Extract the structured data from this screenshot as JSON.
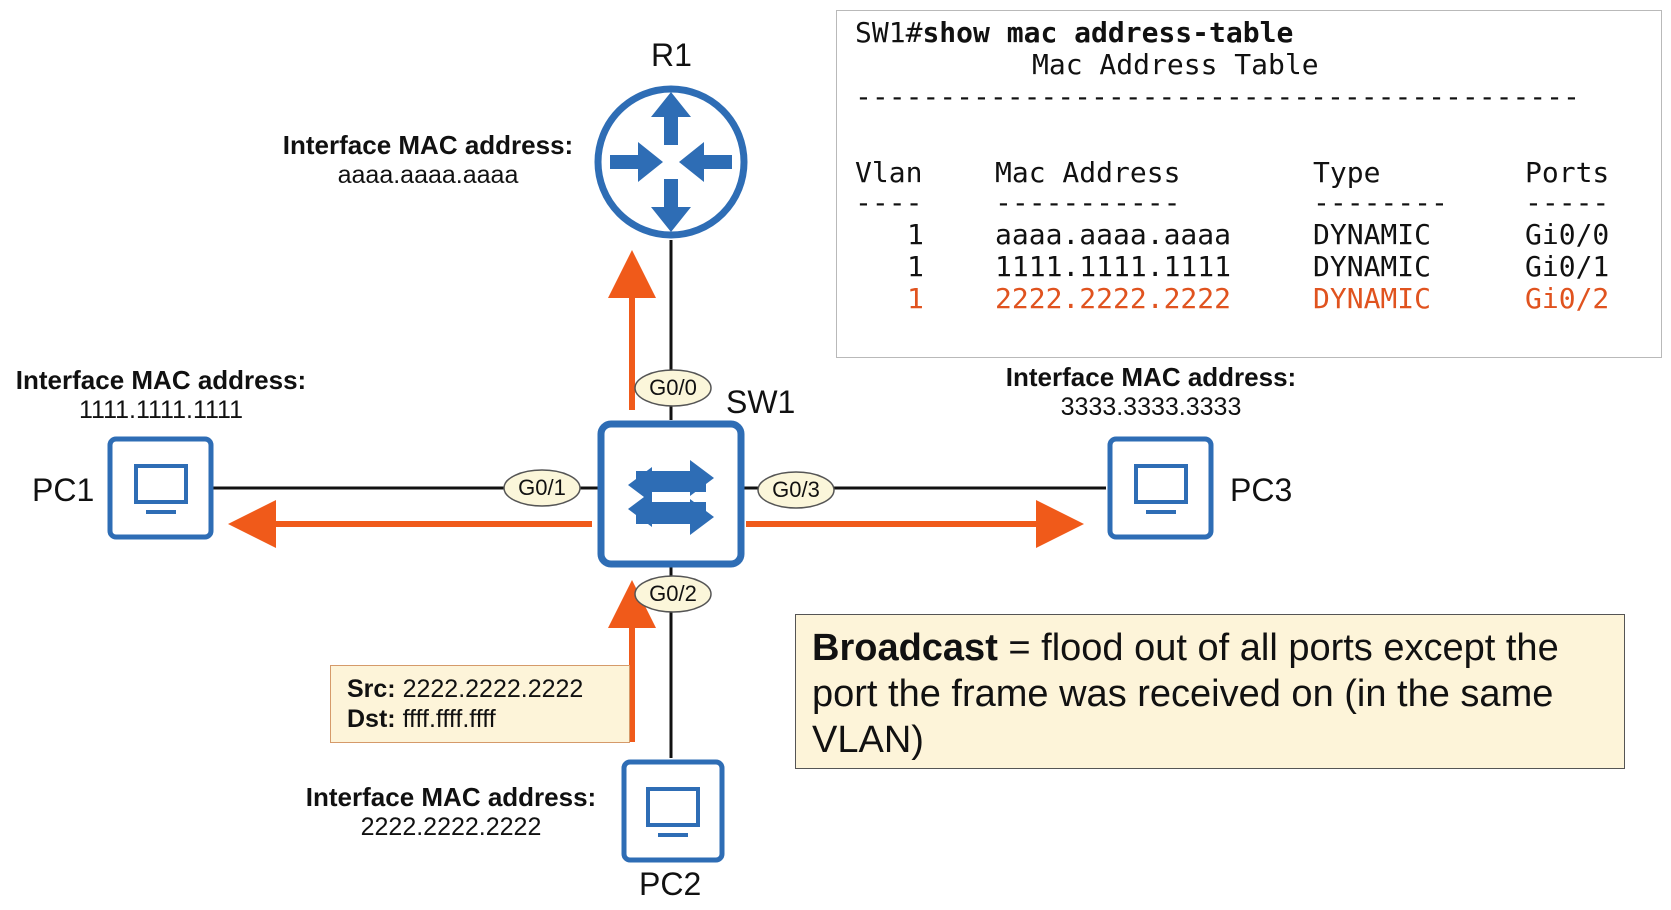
{
  "devices": {
    "r1": {
      "name": "R1",
      "mac_title": "Interface MAC address:",
      "mac": "aaaa.aaaa.aaaa"
    },
    "sw1": {
      "name": "SW1"
    },
    "pc1": {
      "name": "PC1",
      "mac_title": "Interface MAC address:",
      "mac": "1111.1111.1111"
    },
    "pc2": {
      "name": "PC2",
      "mac_title": "Interface MAC address:",
      "mac": "2222.2222.2222"
    },
    "pc3": {
      "name": "PC3",
      "mac_title": "Interface MAC address:",
      "mac": "3333.3333.3333"
    }
  },
  "ports": {
    "g00": "G0/0",
    "g01": "G0/1",
    "g02": "G0/2",
    "g03": "G0/3"
  },
  "frame": {
    "src_label": "Src:",
    "src": "2222.2222.2222",
    "dst_label": "Dst:",
    "dst": "ffff.ffff.ffff"
  },
  "cli": {
    "prompt": "SW1#",
    "command": "show mac address-table",
    "table_title": "Mac Address Table",
    "separator": "-------------------------------------------",
    "headers": [
      "Vlan",
      "Mac Address",
      "Type",
      "Ports"
    ],
    "header_rules": [
      "----",
      "-----------",
      "--------",
      "-----"
    ],
    "rows": [
      {
        "vlan": "1",
        "mac": "aaaa.aaaa.aaaa",
        "type": "DYNAMIC",
        "port": "Gi0/0",
        "highlight": false
      },
      {
        "vlan": "1",
        "mac": "1111.1111.1111",
        "type": "DYNAMIC",
        "port": "Gi0/1",
        "highlight": false
      },
      {
        "vlan": "1",
        "mac": "2222.2222.2222",
        "type": "DYNAMIC",
        "port": "Gi0/2",
        "highlight": true
      }
    ]
  },
  "note": {
    "term": "Broadcast",
    "text": " = flood out of all ports except the port the frame was received on (in the same VLAN)"
  },
  "colors": {
    "device_blue": "#2e6db5",
    "arrow_orange": "#f05a1a",
    "highlight_orange": "#e0531f",
    "note_bg": "#fdf4d9",
    "port_bg": "#fbf6da"
  }
}
